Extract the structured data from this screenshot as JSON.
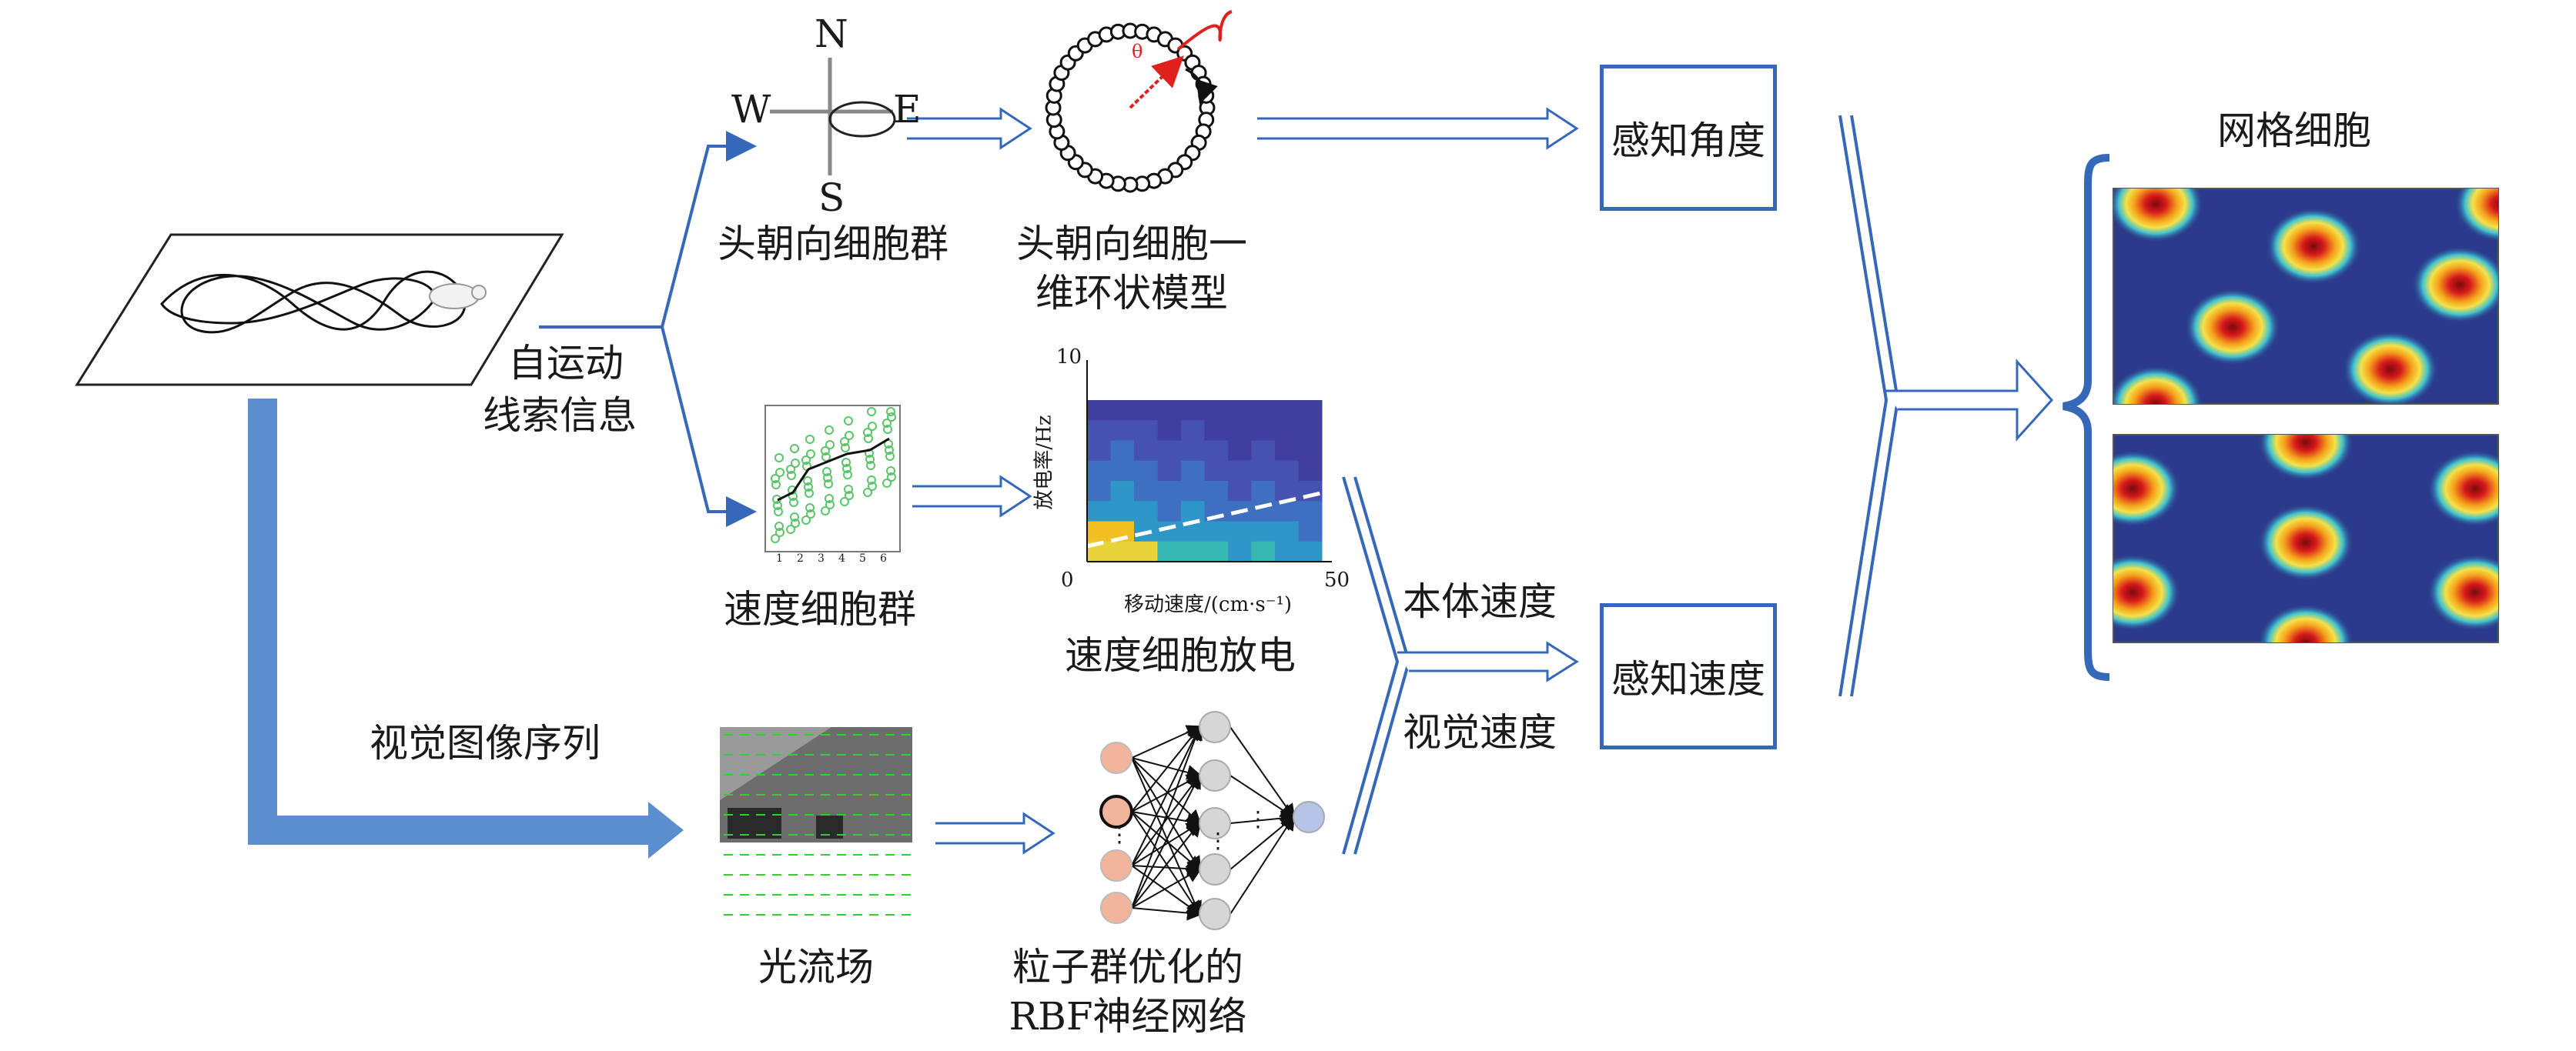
{
  "labels": {
    "head_direction_cells": "头朝向细胞群",
    "head_direction_model_line1": "头朝向细胞一",
    "head_direction_model_line2": "维环状模型",
    "self_motion_line1": "自运动",
    "self_motion_line2": "线索信息",
    "speed_cells": "速度细胞群",
    "speed_cell_firing": "速度细胞放电",
    "visual_image_sequence": "视觉图像序列",
    "optical_flow": "光流场",
    "pso_rbf_line1": "粒子群优化的",
    "pso_rbf_line2": "RBF神经网络",
    "body_speed": "本体速度",
    "visual_speed": "视觉速度",
    "grid_cells": "网格细胞"
  },
  "boxes": {
    "perceive_angle": "感知角度",
    "perceive_speed": "感知速度"
  },
  "compass": {
    "north": "N",
    "south": "S",
    "west": "W",
    "east": "E"
  },
  "ring_model": {
    "angle_symbol": "θ"
  },
  "firing_plot": {
    "ylabel": "放电率/Hz",
    "xlabel": "移动速度/(cm·s⁻¹)",
    "ytick_max": "10",
    "xtick_min": "0",
    "xtick_max": "50"
  },
  "speed_scatter": {
    "xticks": [
      "1",
      "2",
      "3",
      "4",
      "5",
      "6"
    ]
  },
  "neural_net": {
    "ellipsis": "⋮"
  },
  "colors": {
    "arrow_blue": "#3568b8",
    "thick_arrow": "#5b8ecf",
    "heat_red": "#d7191c",
    "heat_bg": "#2b3a8c"
  }
}
